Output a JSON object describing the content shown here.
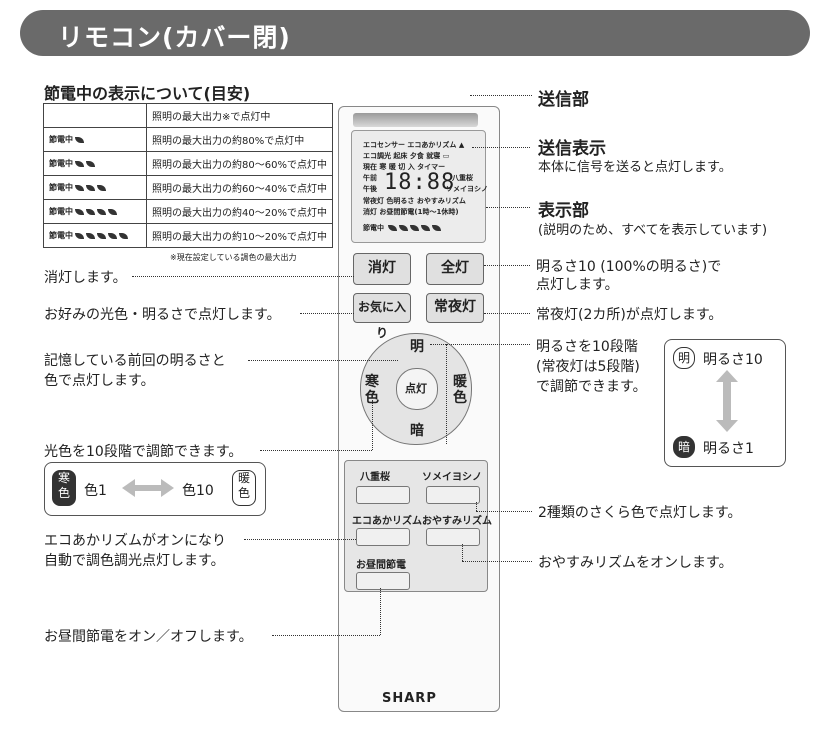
{
  "header": {
    "title": "リモコン(カバー閉)"
  },
  "legend": {
    "title": "節電中の表示について(目安)",
    "header_cell": "照明の最大出力※で点灯中",
    "prefix": "節電中",
    "rows": [
      {
        "leaves": 1,
        "text": "照明の最大出力の約80%で点灯中"
      },
      {
        "leaves": 2,
        "text": "照明の最大出力の約80～60%で点灯中"
      },
      {
        "leaves": 3,
        "text": "照明の最大出力の約60～40%で点灯中"
      },
      {
        "leaves": 4,
        "text": "照明の最大出力の約40～20%で点灯中"
      },
      {
        "leaves": 5,
        "text": "照明の最大出力の約10～20%で点灯中"
      }
    ],
    "note": "※現在設定している調色の最大出力"
  },
  "lcd": {
    "line1": "エコセンサー エコあかリズム ▲",
    "line2": "エコ調光 起床 夕食 就寝 ▭",
    "line3": "現在 寒 暖 切 入 タイマー",
    "am": "午前",
    "pm": "午後",
    "digits": "18:88",
    "sakura": "八重桜",
    "someiyoshino": "ソメイヨシノ",
    "line6": "常夜灯 色明るさ おやすみリズム",
    "line7": "消灯 お昼間節電(1時～1休時)",
    "power_save": "節電中"
  },
  "remote": {
    "off": "消灯",
    "full": "全灯",
    "favorite": "お気に入り",
    "night": "常夜灯",
    "up": "明",
    "down": "暗",
    "left": "寒色",
    "right": "暖色",
    "center": "点灯",
    "sakura": "八重桜",
    "someiyoshino": "ソメイヨシノ",
    "eco_rhythm": "エコあかリズム",
    "sleep_rhythm": "おやすみリズム",
    "daytime_save": "お昼間節電",
    "brand": "SHARP"
  },
  "labels": {
    "sender": "送信部",
    "send_display": "送信表示",
    "send_display_desc": "本体に信号を送ると点灯します。",
    "display": "表示部",
    "display_desc": "(説明のため、すべてを表示しています)",
    "off_desc": "消灯します。",
    "favorite_desc": "お好みの光色・明るさで点灯します。",
    "memory_desc1": "記憶している前回の明るさと",
    "memory_desc2": "色で点灯します。",
    "full_desc1": "明るさ10 (100%の明るさ)で",
    "full_desc2": "点灯します。",
    "night_desc": "常夜灯(2カ所)が点灯します。",
    "bright_desc1": "明るさを10段階",
    "bright_desc2": "(常夜灯は5段階)",
    "bright_desc3": "で調節できます。",
    "color_desc": "光色を10段階で調節できます。",
    "sakura_desc": "2種類のさくら色で点灯します。",
    "eco_desc1": "エコあかリズムがオンになり",
    "eco_desc2": "自動で調色調光点灯します。",
    "sleep_desc": "おやすみリズムをオンします。",
    "daytime_desc": "お昼間節電をオン／オフします。"
  },
  "brightness_box": {
    "bright_icon": "明",
    "bright_label": "明るさ10",
    "dark_icon": "暗",
    "dark_label": "明るさ1"
  },
  "color_box": {
    "cold_icon": "寒色",
    "cold_label": "色1",
    "warm_icon": "暖色",
    "warm_label": "色10"
  }
}
